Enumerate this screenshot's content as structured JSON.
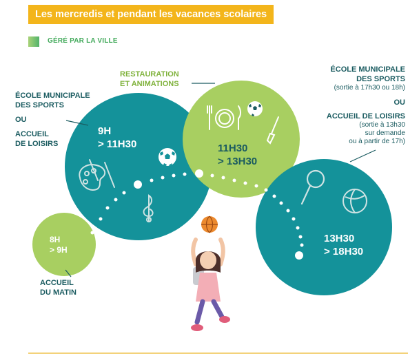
{
  "banner": {
    "title": "Les mercredis et pendant les vacances scolaires"
  },
  "legend": {
    "label": "GÉRÉ PAR LA VILLE",
    "swatch_colors": [
      "#a9d378",
      "#52b36b"
    ]
  },
  "colors": {
    "teal": "#14929a",
    "green": "#a8cf61",
    "banner": "#f3b51b",
    "dark_text": "#1a5b60",
    "green_text": "#7fb23b"
  },
  "slots": {
    "matin": {
      "time": [
        "8H",
        "> 9H"
      ],
      "label": [
        "ACCUEIL",
        "DU MATIN"
      ]
    },
    "morning": {
      "time": [
        "9H",
        "> 11H30"
      ],
      "option1": [
        "ÉCOLE MUNICIPALE",
        "DES SPORTS"
      ],
      "separator": "OU",
      "option2": [
        "ACCUEIL",
        "DE LOISIRS"
      ]
    },
    "lunch": {
      "time": [
        "11H30",
        "> 13H30"
      ],
      "label": [
        "RESTAURATION",
        "ET ANIMATIONS"
      ]
    },
    "afternoon": {
      "time": [
        "13H30",
        "> 18H30"
      ],
      "option1": [
        "ÉCOLE MUNICIPALE",
        "DES SPORTS"
      ],
      "option1_note": "(sortie à 17h30 ou 18h)",
      "separator": "OU",
      "option2": [
        "ACCUEIL DE LOISIRS"
      ],
      "option2_note": [
        "(sortie à 13h30",
        "sur demande",
        "ou à partir de 17h)"
      ]
    }
  },
  "icons": [
    "palette-icon",
    "soccer-ball-icon",
    "treble-clef-icon",
    "plate-cutlery-icon",
    "brush-icon",
    "magnifier-icon",
    "ball-icon",
    "basketball-icon",
    "child-illustration"
  ]
}
